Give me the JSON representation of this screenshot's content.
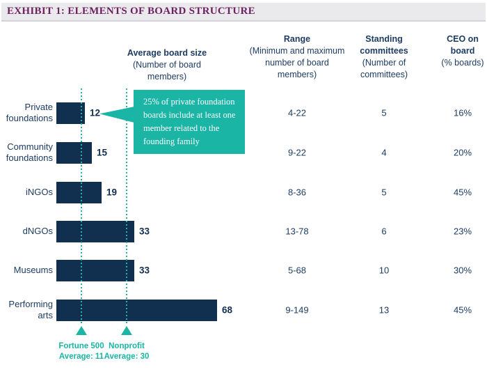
{
  "header": {
    "title": "EXHIBIT 1: ELEMENTS OF BOARD STRUCTURE"
  },
  "columns": {
    "avg": {
      "title": "Average board size",
      "subtitle": "(Number of board members)"
    },
    "range": {
      "title": "Range",
      "subtitle": "(Minimum and maximum number of board members)"
    },
    "committees": {
      "title": "Standing committees",
      "subtitle": "(Number of committees)"
    },
    "ceo": {
      "title": "CEO on board",
      "subtitle": "(% boards)"
    }
  },
  "callout": {
    "text": "25% of private foundation boards include at least one member related to the founding family"
  },
  "chart_data": {
    "type": "bar",
    "orientation": "horizontal",
    "title": "EXHIBIT 1: ELEMENTS OF BOARD STRUCTURE",
    "categories": [
      "Private foundations",
      "Community foundations",
      "iNGOs",
      "dNGOs",
      "Museums",
      "Performing arts"
    ],
    "values": [
      12,
      15,
      19,
      33,
      33,
      68
    ],
    "value_label": "Average board size (Number of board members)",
    "range": [
      "4-22",
      "9-22",
      "8-36",
      "13-78",
      "5-68",
      "9-149"
    ],
    "standing_committees": [
      "5",
      "4",
      "5",
      "6",
      "10",
      "13"
    ],
    "ceo_on_board": [
      "16%",
      "20%",
      "45%",
      "23%",
      "30%",
      "45%"
    ],
    "reference_lines": [
      {
        "label": "Fortune 500 Average: 11",
        "value": 11
      },
      {
        "label": "Nonprofit Average: 30",
        "value": 30
      }
    ],
    "xlim": [
      0,
      75
    ],
    "grid": false,
    "legend": false
  },
  "colors": {
    "bar_navy": "#112f4e",
    "text_navy": "#1d3c63",
    "teal_accent": "#1ab5a4",
    "title_purple": "#6e2160",
    "title_strip_bg": "#eaeaed"
  }
}
